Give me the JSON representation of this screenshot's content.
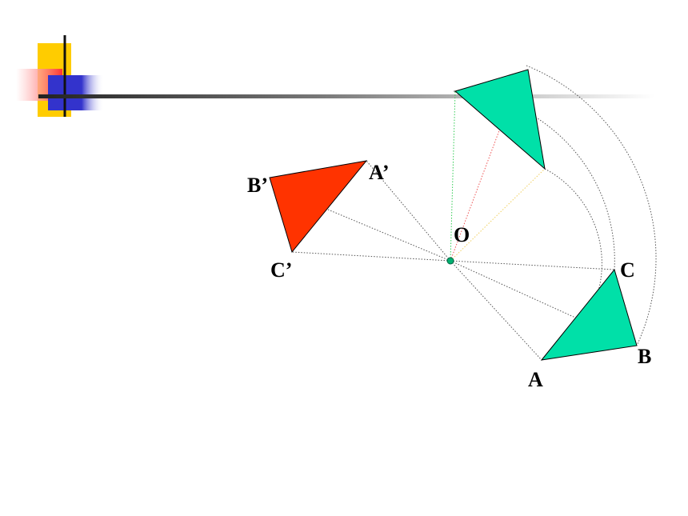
{
  "colors": {
    "original_triangle": "#00e0a8",
    "rotated_triangle": "#ff3300",
    "center_point": "#00b070",
    "logo_yellow": "#ffcc00",
    "logo_blue": "#3333cc",
    "logo_red": "#ff3333"
  },
  "labels": {
    "A": "A",
    "B": "B",
    "C": "C",
    "A_prime": "A’",
    "B_prime": "B’",
    "C_prime": "C’",
    "O": "O"
  },
  "icons": {
    "logo": "corner-squares-logo",
    "center": "dot-icon"
  }
}
